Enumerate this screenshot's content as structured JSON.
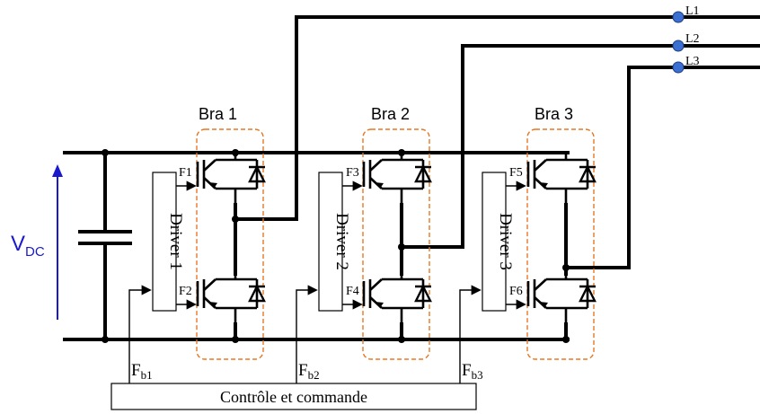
{
  "voltage": {
    "main": "V",
    "sub": "DC"
  },
  "phases": [
    "L1",
    "L2",
    "L3"
  ],
  "arms": [
    {
      "label": "Bra 1",
      "driver_label": "Driver 1",
      "gate_top": "F1",
      "gate_bottom": "F2",
      "feedback_main": "F",
      "feedback_sub": "b1"
    },
    {
      "label": "Bra 2",
      "driver_label": "Driver 2",
      "gate_top": "F3",
      "gate_bottom": "F4",
      "feedback_main": "F",
      "feedback_sub": "b2"
    },
    {
      "label": "Bra 3",
      "driver_label": "Driver 3",
      "gate_top": "F5",
      "gate_bottom": "F6",
      "feedback_main": "F",
      "feedback_sub": "b3"
    }
  ],
  "control_label": "Contrôle et commande",
  "colors": {
    "voltage_arrow": "#1a1acc",
    "arm_outline": "#e87722",
    "terminal": "#3b6fd1"
  }
}
